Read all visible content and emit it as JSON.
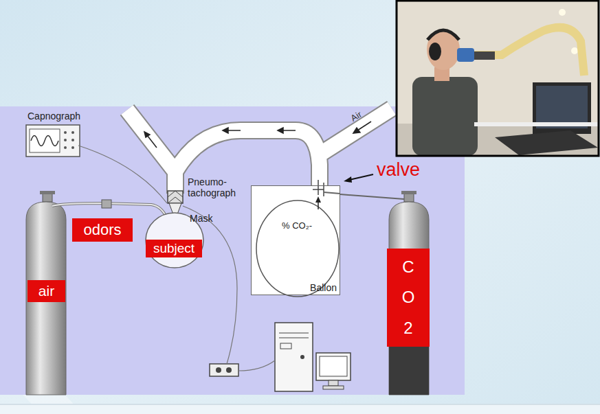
{
  "diagram": {
    "nodes": [
      {
        "text": [
          "odors"
        ]
      },
      {
        "text": [
          "subject"
        ]
      },
      {
        "text": [
          "air"
        ]
      },
      {
        "text": [
          "% CO₂-",
          "Ballon"
        ]
      },
      {
        "text": [
          "C O 2"
        ]
      }
    ],
    "labels": [
      "Capnograph",
      "Pneumo- tachograph",
      "Mask",
      "Air",
      "valve"
    ]
  }
}
